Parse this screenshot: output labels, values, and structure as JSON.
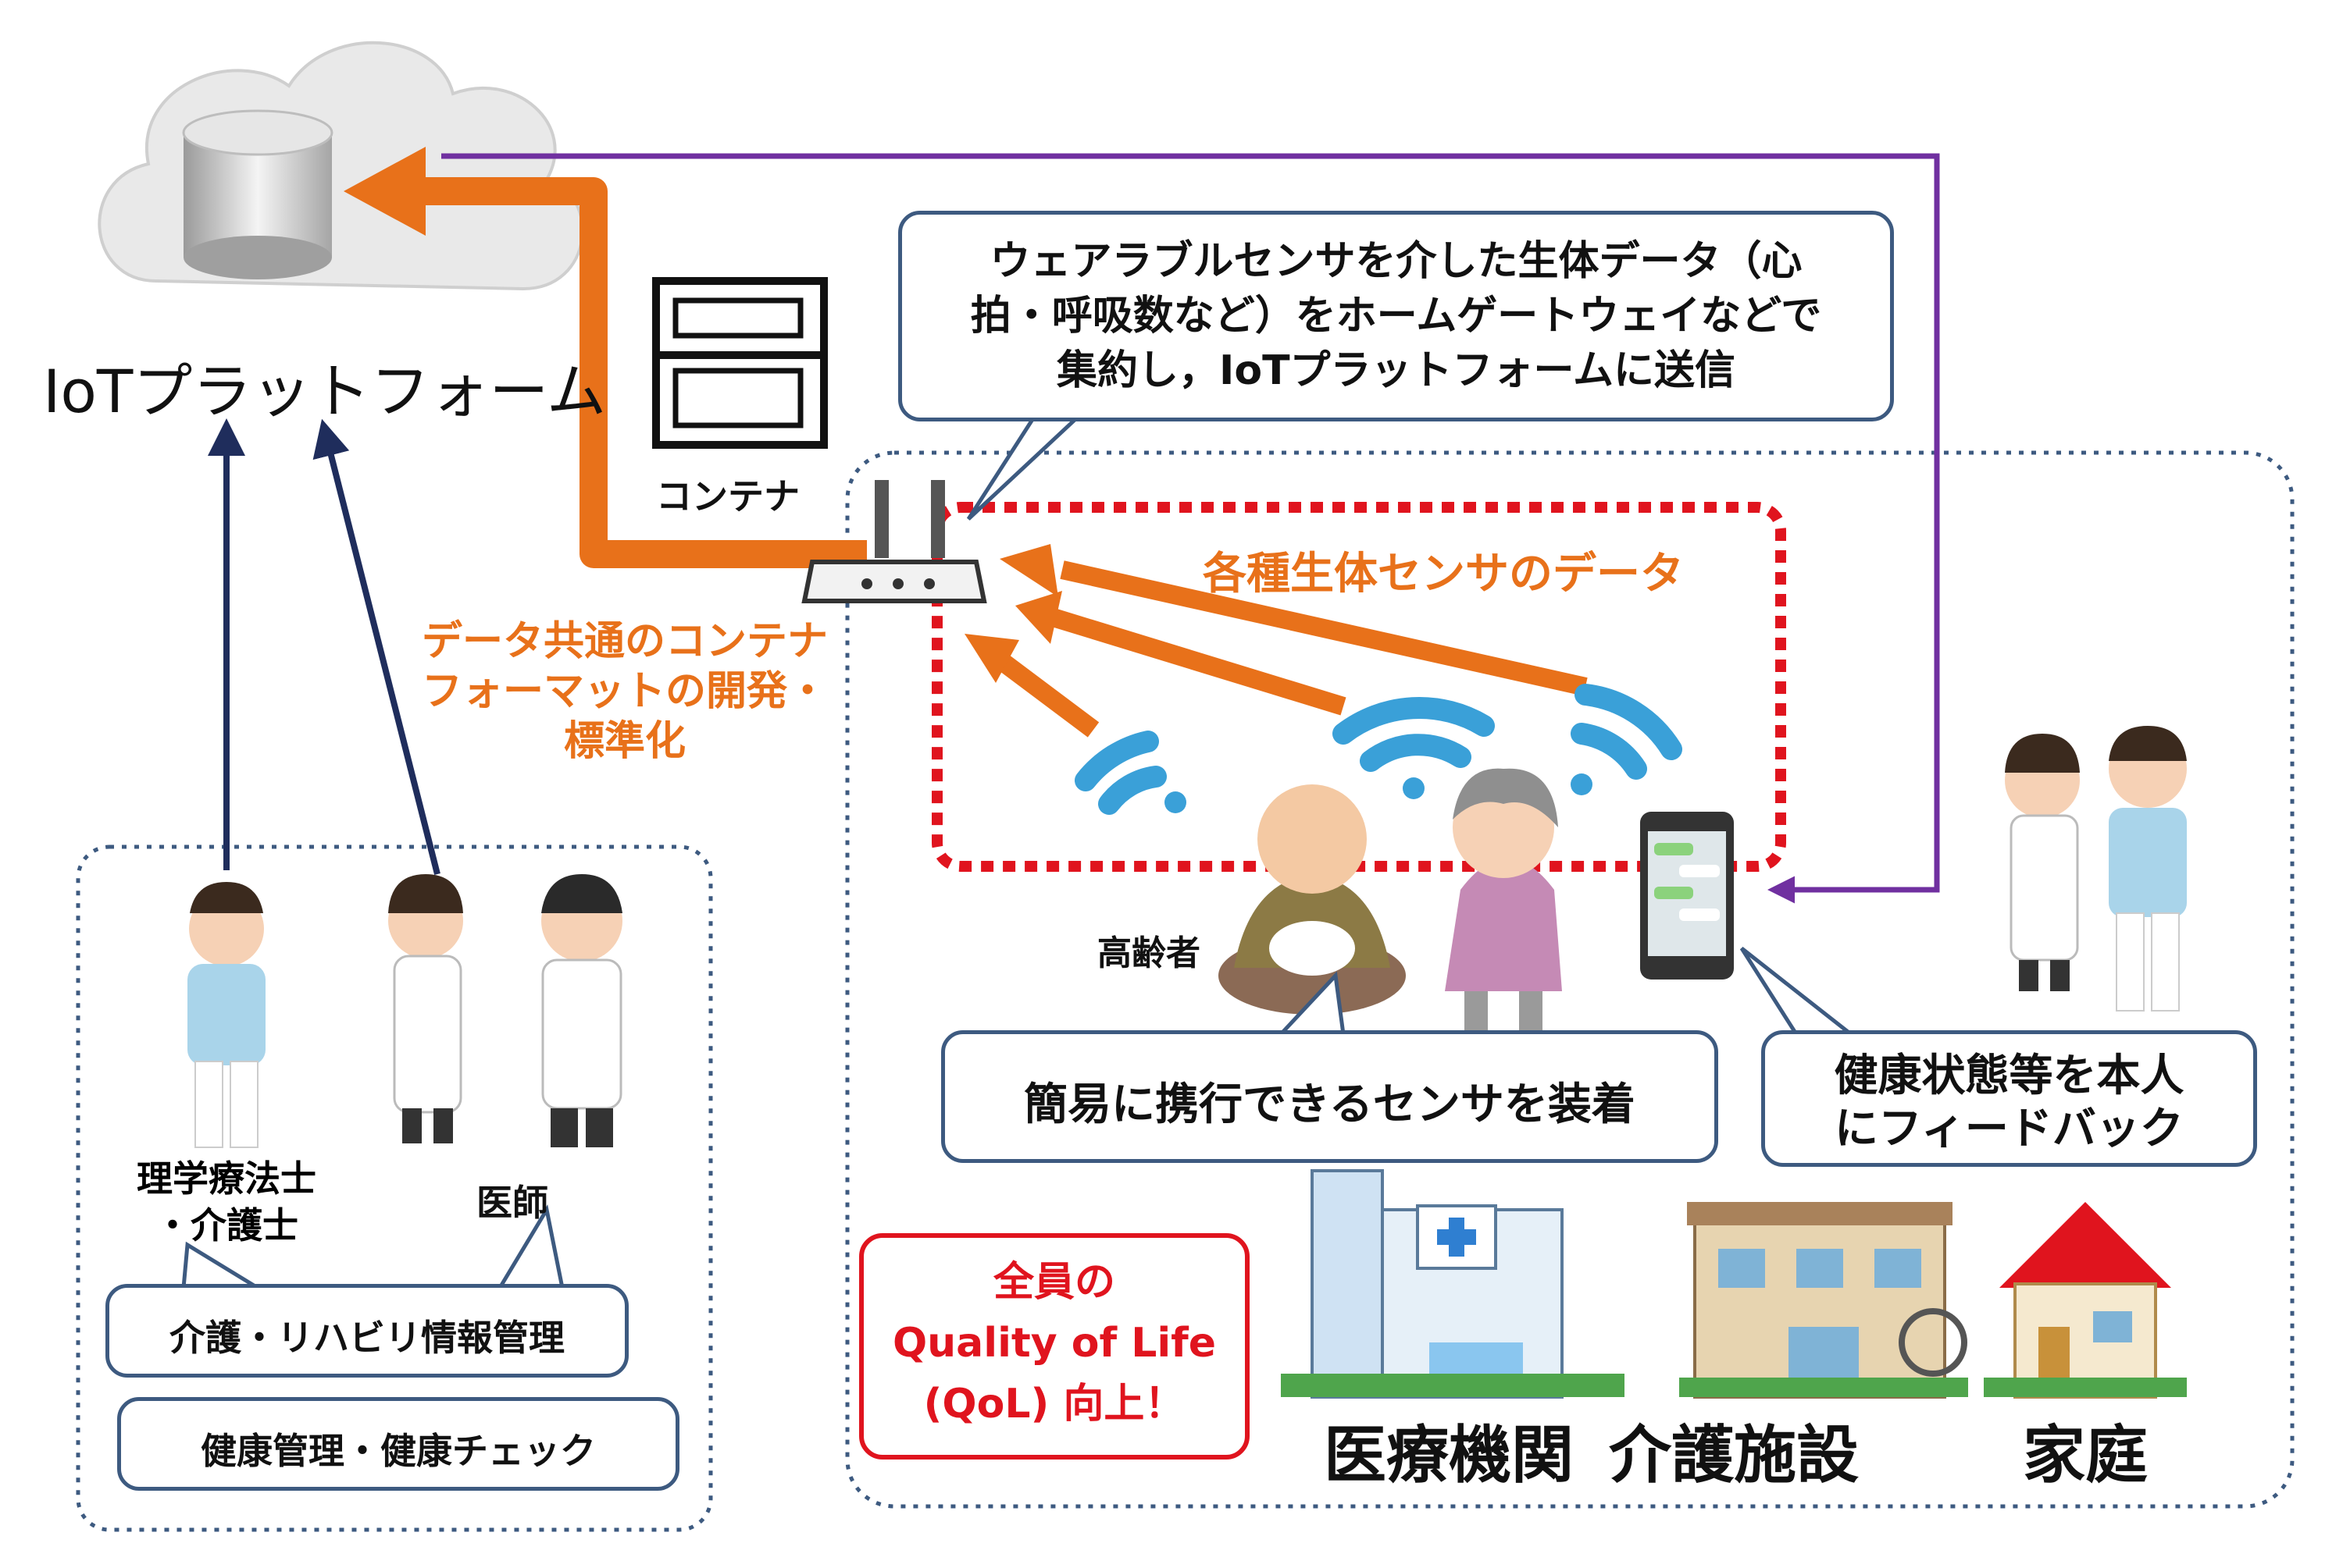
{
  "labels": {
    "iot_platform": "IoTプラットフォーム",
    "container": "コンテナ",
    "data_format": [
      "データ共通のコンテナ",
      "フォーマットの開発・",
      "標準化"
    ],
    "sensor_data": "各種生体センサのデータ",
    "elderly": "高齢者",
    "pt_caregiver": [
      "理学療法士",
      "・介護士"
    ],
    "doctor": "医師",
    "medical": "医療機関",
    "care_facility": "介護施設",
    "home": "家庭"
  },
  "callouts": {
    "gateway": [
      "ウェアラブルセンサを介した生体データ（心",
      "拍・呼吸数など）をホームゲートウェイなどで",
      "集約し，IoTプラットフォームに送信"
    ],
    "sensor": "簡易に携行できるセンサを装着",
    "feedback": [
      "健康状態等を本人",
      "にフィードバック"
    ],
    "care_info": "介護・リハビリ情報管理",
    "health": "健康管理・健康チェック"
  },
  "qol": [
    "全員の",
    "Quality of Life",
    "(QoL) 向上！"
  ],
  "colors": {
    "orange": "#e8711a",
    "navy": "#1f2d5c",
    "purple": "#7030a0",
    "red": "#e0141e",
    "frame": "#3d5a80",
    "wifi": "#3aa0d8"
  }
}
